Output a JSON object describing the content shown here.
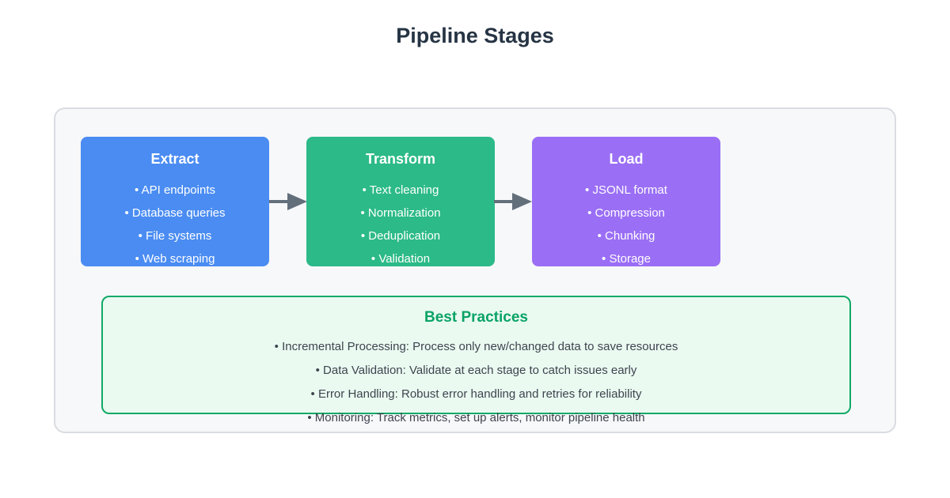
{
  "page": {
    "title": "Pipeline Stages"
  },
  "stages": [
    {
      "name": "Extract",
      "color": "#4a8cf2",
      "items": [
        "API endpoints",
        "Database queries",
        "File systems",
        "Web scraping"
      ]
    },
    {
      "name": "Transform",
      "color": "#2cba88",
      "items": [
        "Text cleaning",
        "Normalization",
        "Deduplication",
        "Validation"
      ]
    },
    {
      "name": "Load",
      "color": "#9a6ef5",
      "items": [
        "JSONL format",
        "Compression",
        "Chunking",
        "Storage"
      ]
    }
  ],
  "best_practices": {
    "title": "Best Practices",
    "items": [
      "Incremental Processing: Process only new/changed data to save resources",
      "Data Validation: Validate at each stage to catch issues early",
      "Error Handling: Robust error handling and retries for reliability",
      "Monitoring: Track metrics, set up alerts, monitor pipeline health"
    ]
  },
  "colors": {
    "heading_text": "#263444",
    "panel_background": "#f7f8fa",
    "panel_border": "#d9dce1",
    "extract_blue": "#4a8cf2",
    "transform_green": "#2cba88",
    "load_purple": "#9a6ef5",
    "arrow_gray": "#646f7c",
    "best_practices_background": "#eafaf1",
    "best_practices_border": "#12a968",
    "best_practices_title": "#0aa365",
    "best_practices_text": "#3e444e"
  }
}
